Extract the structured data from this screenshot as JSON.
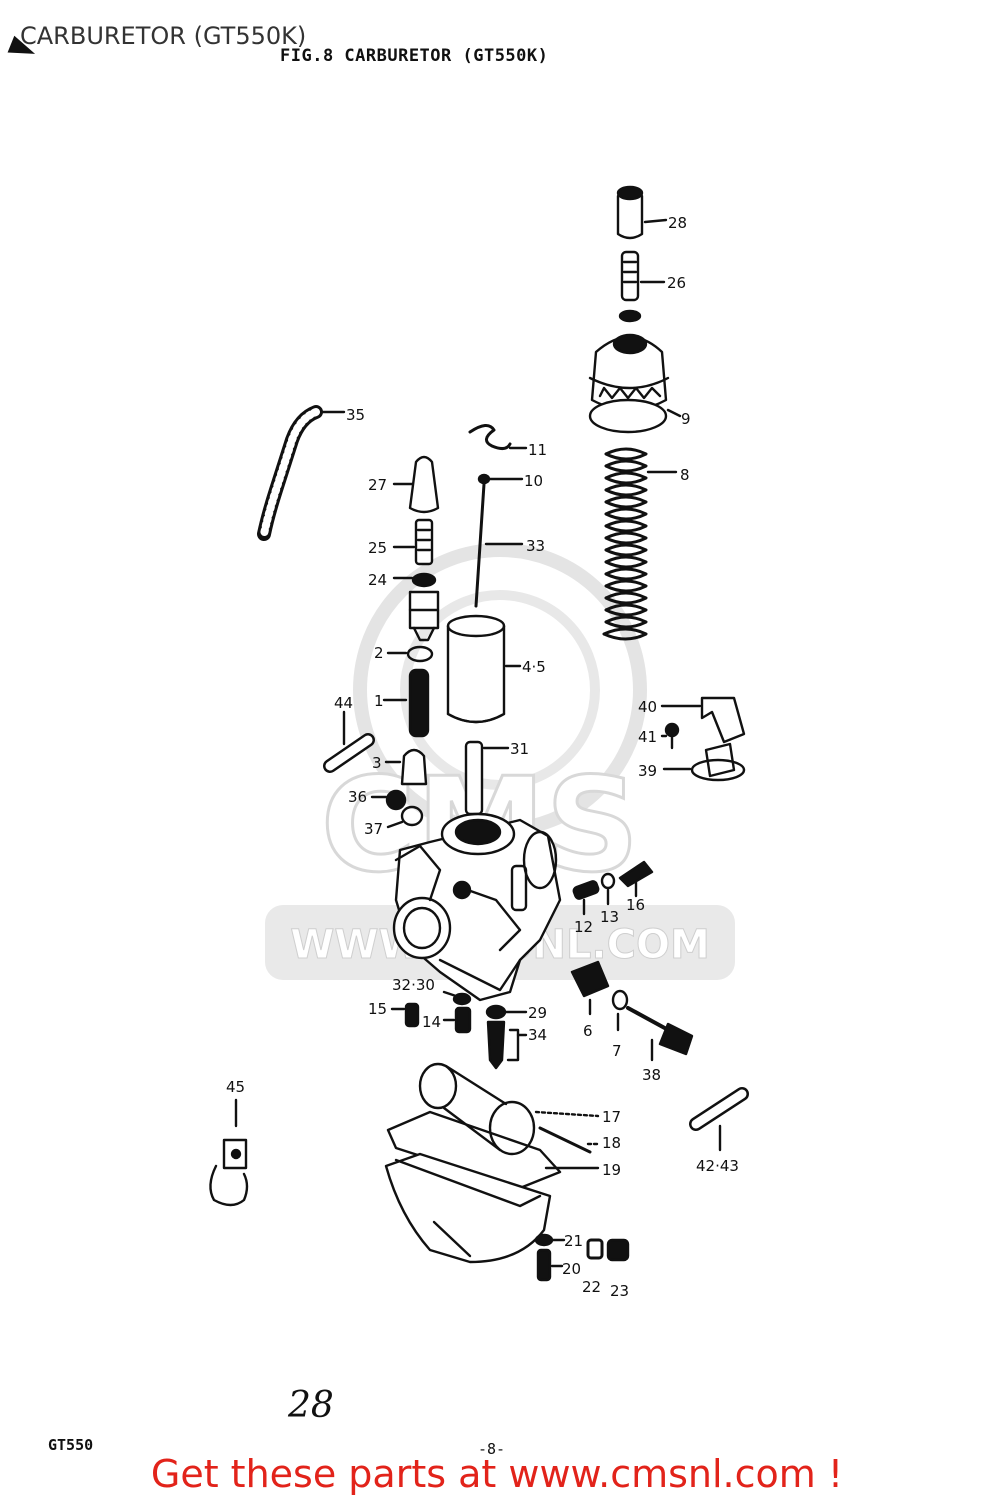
{
  "page": {
    "title": "CARBURETOR (GT550K)",
    "figure_title": "FIG.8  CARBURETOR (GT550K)",
    "handwritten_note": "28",
    "footer_model": "GT550",
    "page_number": "-8-",
    "call_to_action": "Get these parts at www.cmsnl.com !",
    "cta_color": "#e2231a",
    "watermark_text": "WWW.CMSNL.COM",
    "watermark_logo_text": "CMS"
  },
  "callouts": [
    {
      "id": "28",
      "text": "28"
    },
    {
      "id": "26",
      "text": "26"
    },
    {
      "id": "9",
      "text": "9"
    },
    {
      "id": "8",
      "text": "8"
    },
    {
      "id": "35",
      "text": "35"
    },
    {
      "id": "11",
      "text": "11"
    },
    {
      "id": "10",
      "text": "10"
    },
    {
      "id": "27",
      "text": "27"
    },
    {
      "id": "33",
      "text": "33"
    },
    {
      "id": "25",
      "text": "25"
    },
    {
      "id": "24",
      "text": "24"
    },
    {
      "id": "2",
      "text": "2"
    },
    {
      "id": "4-5",
      "text": "4·5"
    },
    {
      "id": "44",
      "text": "44"
    },
    {
      "id": "1",
      "text": "1"
    },
    {
      "id": "40",
      "text": "40"
    },
    {
      "id": "41",
      "text": "41"
    },
    {
      "id": "3",
      "text": "3"
    },
    {
      "id": "31",
      "text": "31"
    },
    {
      "id": "39",
      "text": "39"
    },
    {
      "id": "36",
      "text": "36"
    },
    {
      "id": "37",
      "text": "37"
    },
    {
      "id": "12",
      "text": "12"
    },
    {
      "id": "13",
      "text": "13"
    },
    {
      "id": "16",
      "text": "16"
    },
    {
      "id": "32-30",
      "text": "32·30"
    },
    {
      "id": "15",
      "text": "15"
    },
    {
      "id": "14",
      "text": "14"
    },
    {
      "id": "29",
      "text": "29"
    },
    {
      "id": "34",
      "text": "34"
    },
    {
      "id": "6",
      "text": "6"
    },
    {
      "id": "7",
      "text": "7"
    },
    {
      "id": "38",
      "text": "38"
    },
    {
      "id": "45",
      "text": "45"
    },
    {
      "id": "17",
      "text": "17"
    },
    {
      "id": "18",
      "text": "18"
    },
    {
      "id": "19",
      "text": "19"
    },
    {
      "id": "42-43",
      "text": "42·43"
    },
    {
      "id": "21",
      "text": "21"
    },
    {
      "id": "20",
      "text": "20"
    },
    {
      "id": "22",
      "text": "22"
    },
    {
      "id": "23",
      "text": "23"
    }
  ]
}
